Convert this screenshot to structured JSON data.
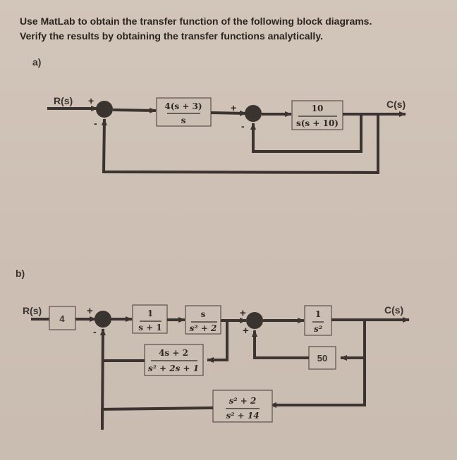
{
  "instructions": {
    "line1": "Use MatLab to obtain the transfer function of the following block diagrams.",
    "line2": "Verify the results by obtaining the transfer functions analytically."
  },
  "part_a": {
    "label": "a)",
    "input": "R(s)",
    "output": "C(s)",
    "sum1_signs": {
      "top": "+",
      "bottom": "-"
    },
    "sum2_signs": {
      "top": "+",
      "bottom": "-"
    },
    "blocks": [
      {
        "num": "4(s + 3)",
        "den": "s"
      },
      {
        "num": "10",
        "den": "s(s + 10)"
      }
    ]
  },
  "part_b": {
    "label": "b)",
    "input": "R(s)",
    "output": "C(s)",
    "sum1_signs": {
      "top": "+",
      "bottom": "-"
    },
    "sum2_signs": {
      "top": "+",
      "bottom": "+"
    },
    "gain_block": "4",
    "blocks": [
      {
        "num": "1",
        "den": "s + 1"
      },
      {
        "num": "s",
        "den": "s² + 2"
      },
      {
        "num": "1",
        "den": "s²"
      },
      {
        "num": "4s + 2",
        "den": "s² + 2s + 1"
      },
      {
        "num": "s² + 2",
        "den": "s² + 14"
      }
    ],
    "feedback_gain": "50"
  }
}
